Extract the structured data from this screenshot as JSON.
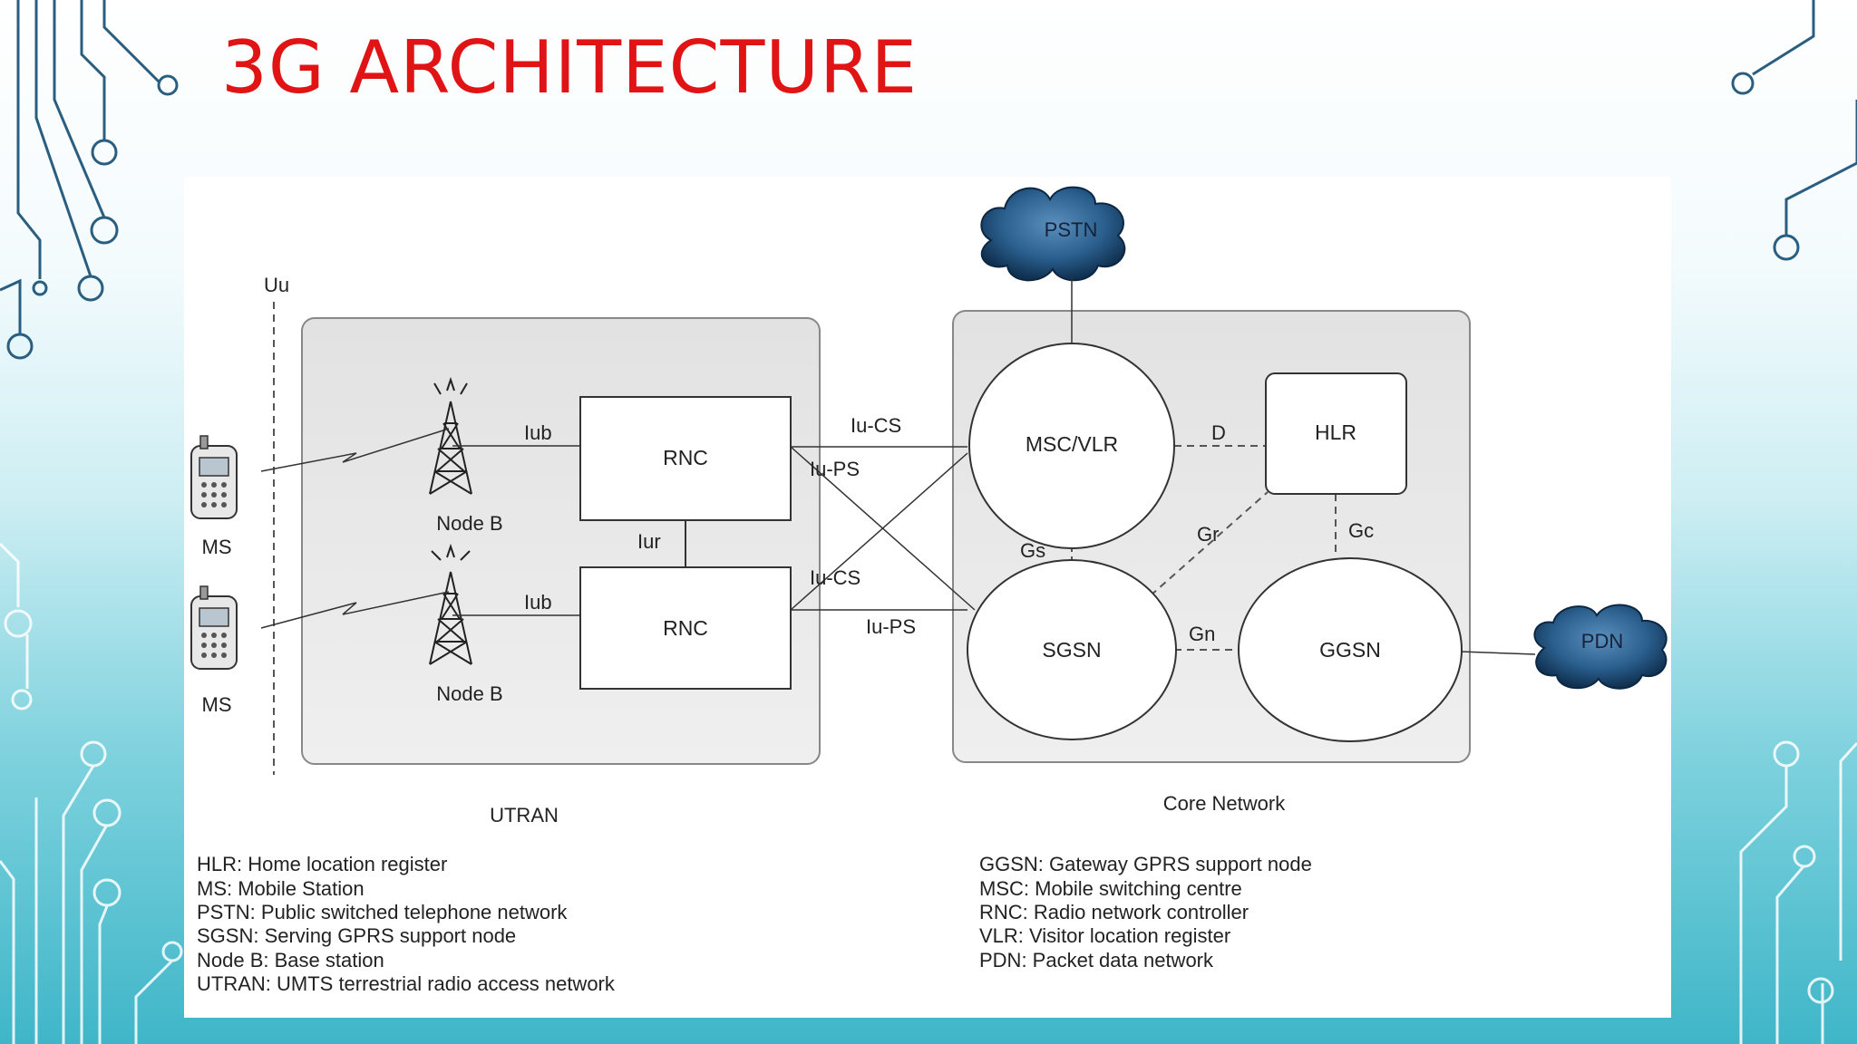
{
  "slide": {
    "title": "3G ARCHITECTURE"
  },
  "diagram": {
    "air_interface_label": "Uu",
    "domains": {
      "utran": "UTRAN",
      "core_network": "Core Network"
    },
    "mobile_stations": [
      "MS",
      "MS"
    ],
    "base_stations": [
      "Node B",
      "Node B"
    ],
    "rncs": [
      "RNC",
      "RNC"
    ],
    "core_nodes": {
      "msc_vlr": "MSC/VLR",
      "hlr": "HLR",
      "sgsn": "SGSN",
      "ggsn": "GGSN"
    },
    "clouds": {
      "pstn": "PSTN",
      "pdn": "PDN"
    },
    "interfaces": {
      "iub_top": "Iub",
      "iub_bottom": "Iub",
      "iur": "Iur",
      "iu_cs_top": "Iu-CS",
      "iu_ps_top": "Iu-PS",
      "iu_cs_bottom": "Iu-CS",
      "iu_ps_bottom": "Iu-PS",
      "d": "D",
      "gs": "Gs",
      "gr": "Gr",
      "gc": "Gc",
      "gn": "Gn"
    },
    "legend_left": [
      "HLR: Home location register",
      "MS: Mobile Station",
      "PSTN: Public switched telephone network",
      "SGSN: Serving GPRS support node",
      "Node B: Base station",
      "UTRAN: UMTS terrestrial radio access network"
    ],
    "legend_right": [
      "GGSN: Gateway GPRS support node",
      "MSC: Mobile switching centre",
      "RNC: Radio network controller",
      "VLR: Visitor location register",
      "PDN: Packet data network"
    ]
  },
  "colors": {
    "title": "#e01414",
    "circuit_dark": "#2a5e80",
    "circuit_light": "#ffffff",
    "panel_fill": "#e6e6e6",
    "cloud": "#1d4f7a"
  }
}
